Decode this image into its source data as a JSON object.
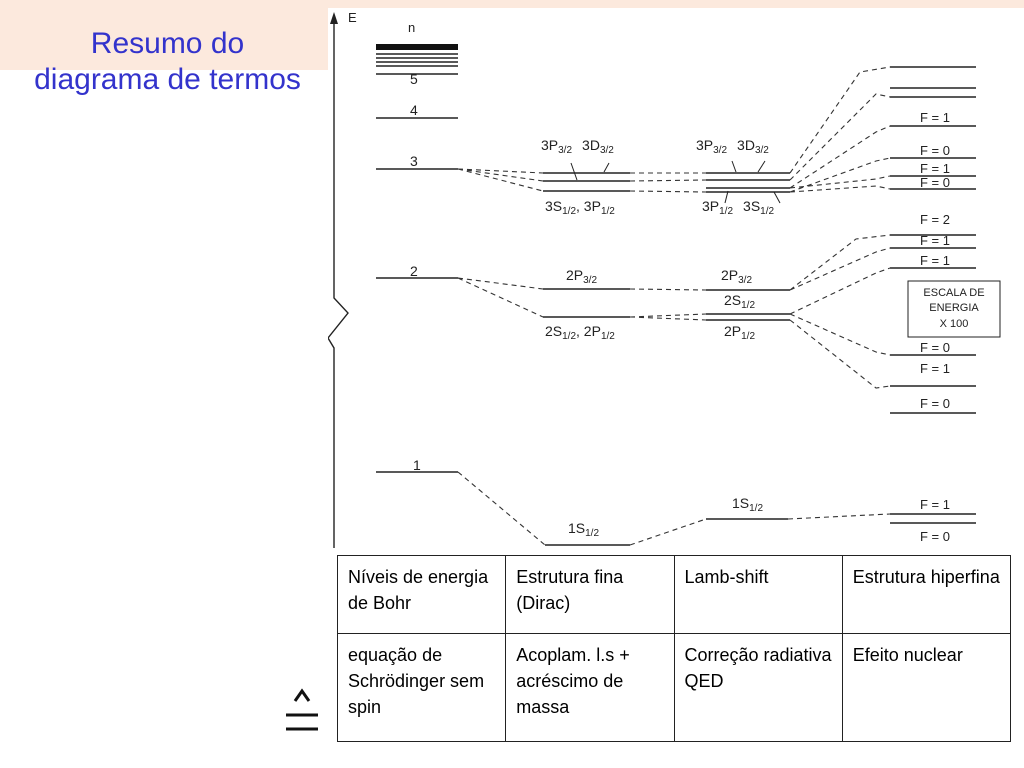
{
  "title": {
    "line1": "Resumo do",
    "line2": "diagrama de termos"
  },
  "diagram": {
    "axis_label": "E",
    "n_label": "n",
    "bohr_levels": [
      "5",
      "4",
      "3",
      "2",
      "1"
    ],
    "fine_structure": {
      "n3_upper": [
        "3P",
        "3/2",
        "3D",
        "3/2"
      ],
      "n3_lower": [
        "3S",
        "1/2",
        ", 3P",
        "1/2"
      ],
      "n2_upper": [
        "2P",
        "3/2"
      ],
      "n2_lower": [
        "2S",
        "1/2",
        ", 2P",
        "1/2"
      ],
      "n1": [
        "1S",
        "1/2"
      ]
    },
    "lamb_shift": {
      "n3_upper": [
        "3P",
        "3/2",
        "3D",
        "3/2"
      ],
      "n3_lower": [
        "3P",
        "1/2",
        "3S",
        "1/2"
      ],
      "n2_top": [
        "2P",
        "3/2"
      ],
      "n2_mid": [
        "2S",
        "1/2"
      ],
      "n2_bottom": [
        "2P",
        "1/2"
      ],
      "n1": [
        "1S",
        "1/2"
      ]
    },
    "hyperfine_labels": [
      "F = 1",
      "F = 0",
      "F = 1",
      "F = 0",
      "F = 2",
      "F = 1",
      "F = 1",
      "F = 0",
      "F = 1",
      "F = 0",
      "F = 1",
      "F = 0"
    ],
    "scale_note": [
      "ESCALA DE",
      "ENERGIA",
      "X 100"
    ]
  },
  "table": {
    "rows": [
      [
        "Níveis de energia de Bohr",
        "Estrutura fina (Dirac)",
        "Lamb-shift",
        "Estrutura hiperfina"
      ],
      [
        "equação de Schrödinger sem spin",
        "Acoplam. l.s + acréscimo de massa",
        "Correção radiativa QED",
        "Efeito nuclear"
      ]
    ]
  },
  "colors": {
    "title": "#3333cc",
    "header_band": "#fce9dd",
    "ink": "#222222"
  }
}
